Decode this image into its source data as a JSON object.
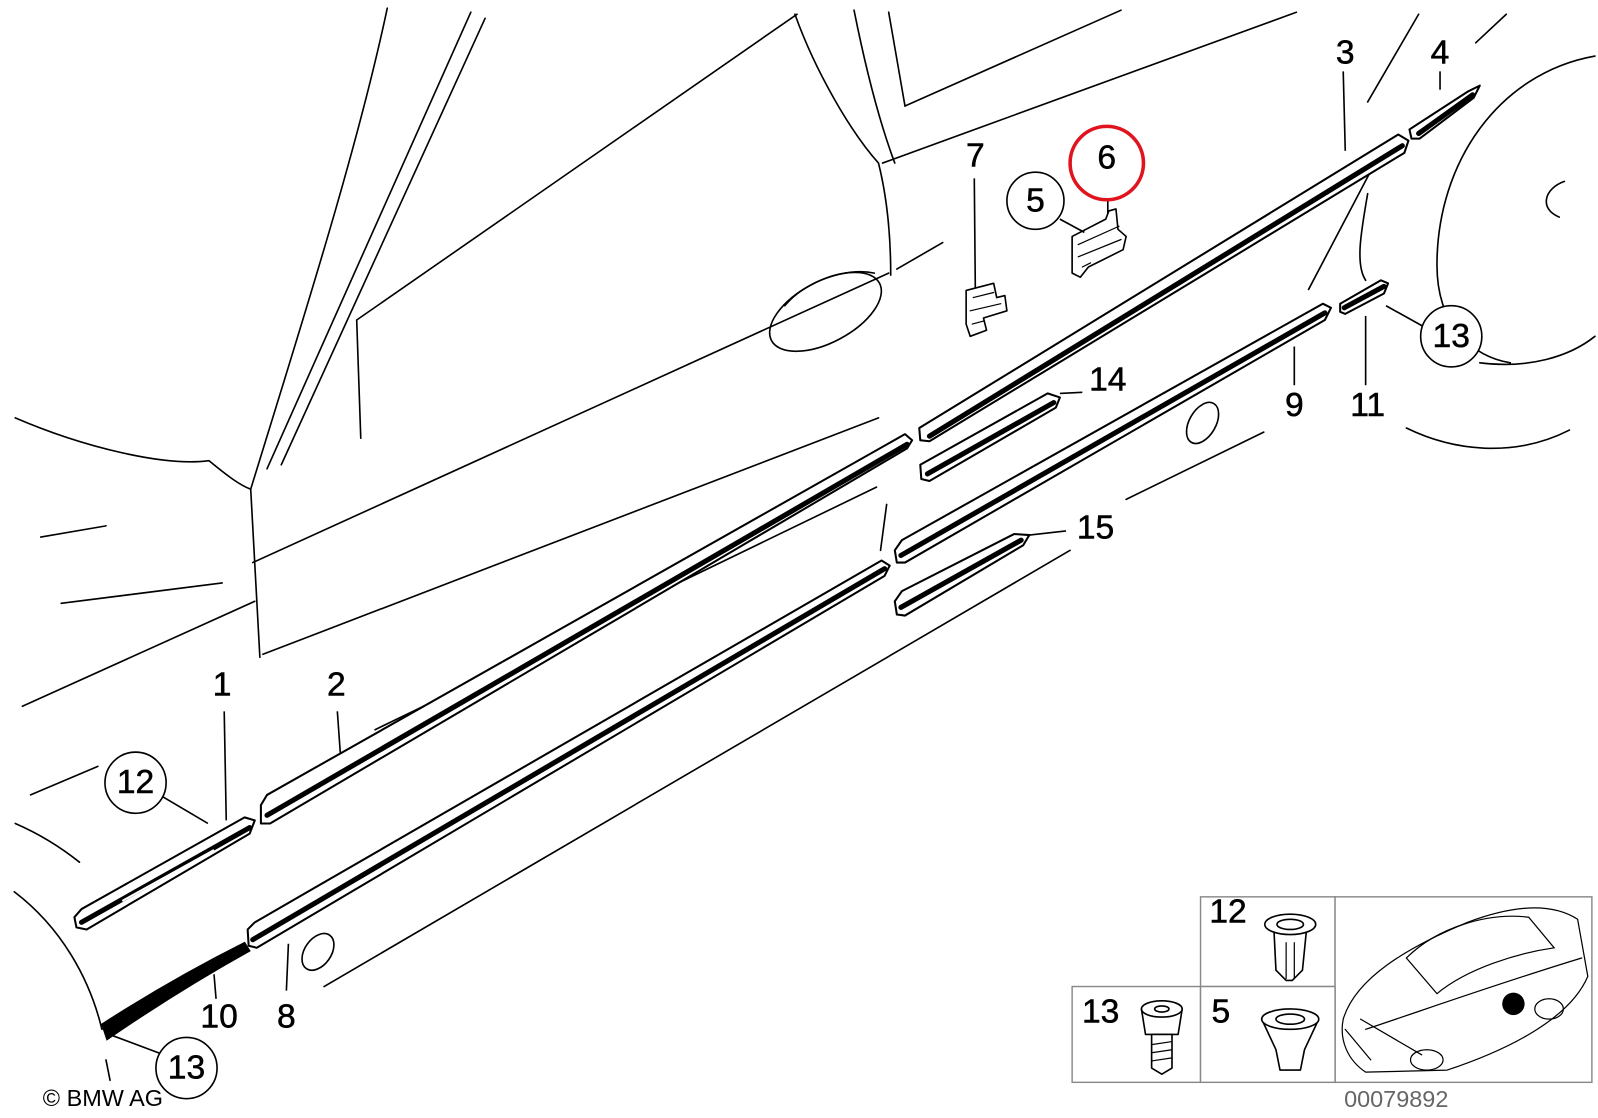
{
  "callouts": {
    "part_1": "1",
    "part_2": "2",
    "part_3": "3",
    "part_4": "4",
    "part_5": "5",
    "part_6": "6",
    "part_7": "7",
    "part_8": "8",
    "part_9": "9",
    "part_10": "10",
    "part_11": "11",
    "part_12": "12",
    "part_13_right": "13",
    "part_13_left": "13",
    "part_14": "14",
    "part_15": "15"
  },
  "inset": {
    "cell_12": "12",
    "cell_13": "13",
    "cell_5": "5"
  },
  "copyright": "© BMW AG",
  "drawing_number": "00079892",
  "colors": {
    "line": "#000000",
    "highlight": "#e0141e",
    "drawing_number": "#666666",
    "inset_border": "#888888"
  }
}
